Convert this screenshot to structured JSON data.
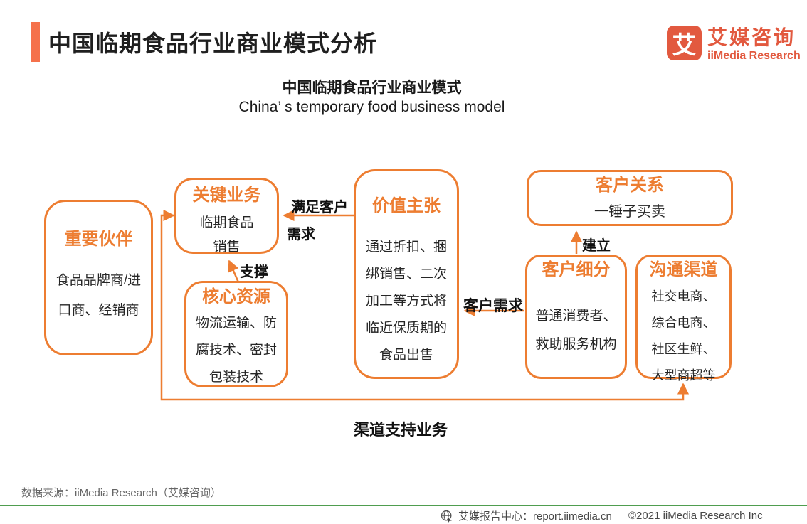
{
  "header": {
    "title": "中国临期食品行业商业模式分析",
    "logo": {
      "icon": "艾",
      "name_cn": "艾媒咨询",
      "name_en": "iiMedia Research"
    }
  },
  "subtitle": {
    "cn": "中国临期食品行业商业模式",
    "en": "China’ s temporary food business model"
  },
  "diagram": {
    "boxes": {
      "important_partners": {
        "title": "重要伙伴",
        "content": [
          "食品品牌商/进",
          "口商、经销商"
        ]
      },
      "key_business": {
        "title": "关键业务",
        "content": [
          "临期食品",
          "销售"
        ]
      },
      "core_resources": {
        "title": "核心资源",
        "content": [
          "物流运输、防",
          "腐技术、密封",
          "包装技术"
        ]
      },
      "value_proposition": {
        "title": "价值主张",
        "content": [
          "通过折扣、捆",
          "绑销售、二次",
          "加工等方式将",
          "临近保质期的",
          "食品出售"
        ]
      },
      "customer_relations": {
        "title": "客户关系",
        "content": [
          "一锤子买卖"
        ]
      },
      "customer_segments": {
        "title": "客户细分",
        "content": [
          "普通消费者、",
          "救助服务机构"
        ]
      },
      "channels": {
        "title": "沟通渠道",
        "content": [
          "社交电商、",
          "综合电商、",
          "社区生鲜、",
          "大型商超等"
        ]
      }
    },
    "labels": {
      "fulfill_line1": "满足客户",
      "fulfill_line2": "需求",
      "support": "支撑",
      "customer_demand": "客户需求",
      "establish": "建立",
      "channel_support": "渠道支持业务"
    }
  },
  "source": "数据来源：iiMedia Research（艾媒咨询）",
  "footer": {
    "report_center": "艾媒报告中心：report.iimedia.cn",
    "copyright": "©2021  iiMedia Research  Inc"
  },
  "colors": {
    "diagram_orange": "#ED7D31",
    "header_bar_orange": "#F5714B",
    "logo_orange": "#E2593F",
    "divider_green": "#4F9D4F"
  }
}
